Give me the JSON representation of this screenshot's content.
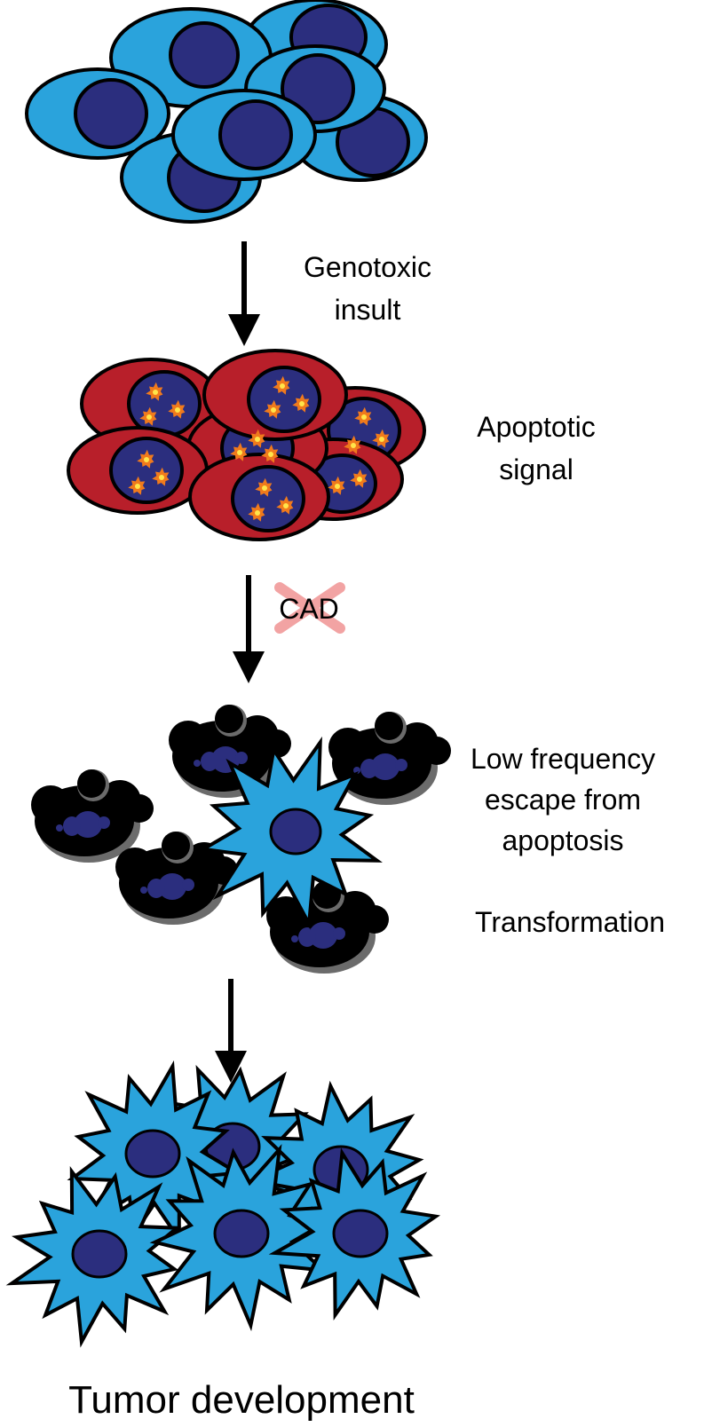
{
  "labels": {
    "genotoxic_line1": "Genotoxic",
    "genotoxic_line2": "insult",
    "apoptotic_line1": "Apoptotic",
    "apoptotic_line2": "signal",
    "cad": "CAD",
    "escape_line1": "Low frequency",
    "escape_line2": "escape from",
    "escape_line3": "apoptosis",
    "transformation": "Transformation",
    "tumor": "Tumor development"
  },
  "colors": {
    "healthy_cell": "#2aa3dc",
    "nucleus": "#2b2e7e",
    "apoptotic_cell": "#b81f2a",
    "damage_focus": "#f07a1c",
    "damage_core": "#ffe54a",
    "dead_cell": "#000000",
    "dead_cell_edge": "#6b6b6b",
    "cad_cross": "#f19a9a",
    "outline": "#000000"
  },
  "icons": {
    "cad_block": "cross-out-icon"
  }
}
